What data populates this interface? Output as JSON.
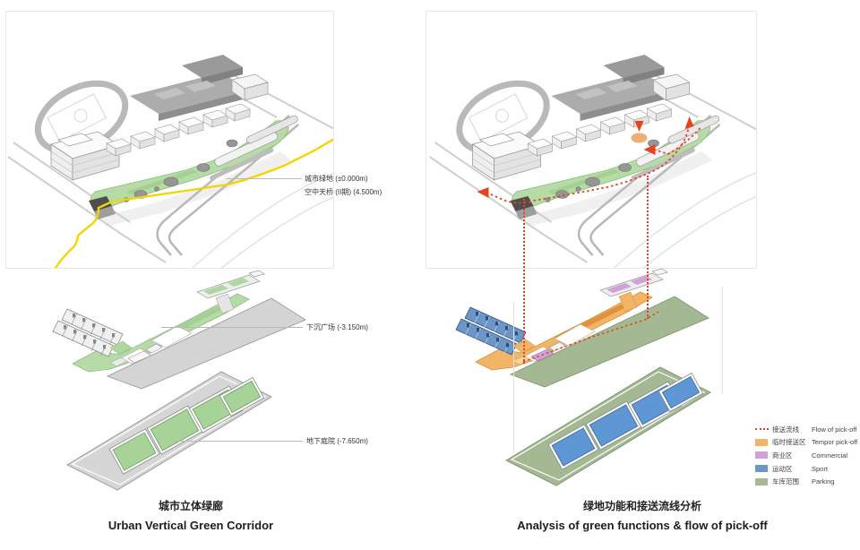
{
  "left_panel": {
    "title_zh": "城市立体绿廊",
    "title_en": "Urban Vertical Green Corridor",
    "ann_green_line1": "城市绿地 (±0.000m)",
    "ann_green_line2": "空中天桥 (II期)  (4.500m)",
    "ann_sunken": "下沉广场 (-3.150m)",
    "ann_underground": "地下庭院 (-7.650m)"
  },
  "right_panel": {
    "title_zh": "绿地功能和接送流线分析",
    "title_en": "Analysis of green functions & flow of pick-off",
    "legend": [
      {
        "zh": "接送流线",
        "en": "Flow of pick-off",
        "color": "#E2451F",
        "style": "dotted-line"
      },
      {
        "zh": "临时接送区",
        "en": "Tempor pick-off",
        "color": "#F2B567",
        "style": "swatch"
      },
      {
        "zh": "商业区",
        "en": "Commercial",
        "color": "#CFA3D8",
        "style": "swatch"
      },
      {
        "zh": "运动区",
        "en": "Sport",
        "color": "#6C95C8",
        "style": "swatch"
      },
      {
        "zh": "车库范围",
        "en": "Parking",
        "color": "#A3B893",
        "style": "swatch"
      }
    ]
  },
  "colors": {
    "corridor_green": "#B7DBA7",
    "route_yellow": "#F3D503",
    "flow_red": "#E2451F",
    "pickup_orange": "#F2B567",
    "commercial_purple": "#CFA3D8",
    "sport_blue": "#6C95C8",
    "parking_green": "#A3B893"
  }
}
